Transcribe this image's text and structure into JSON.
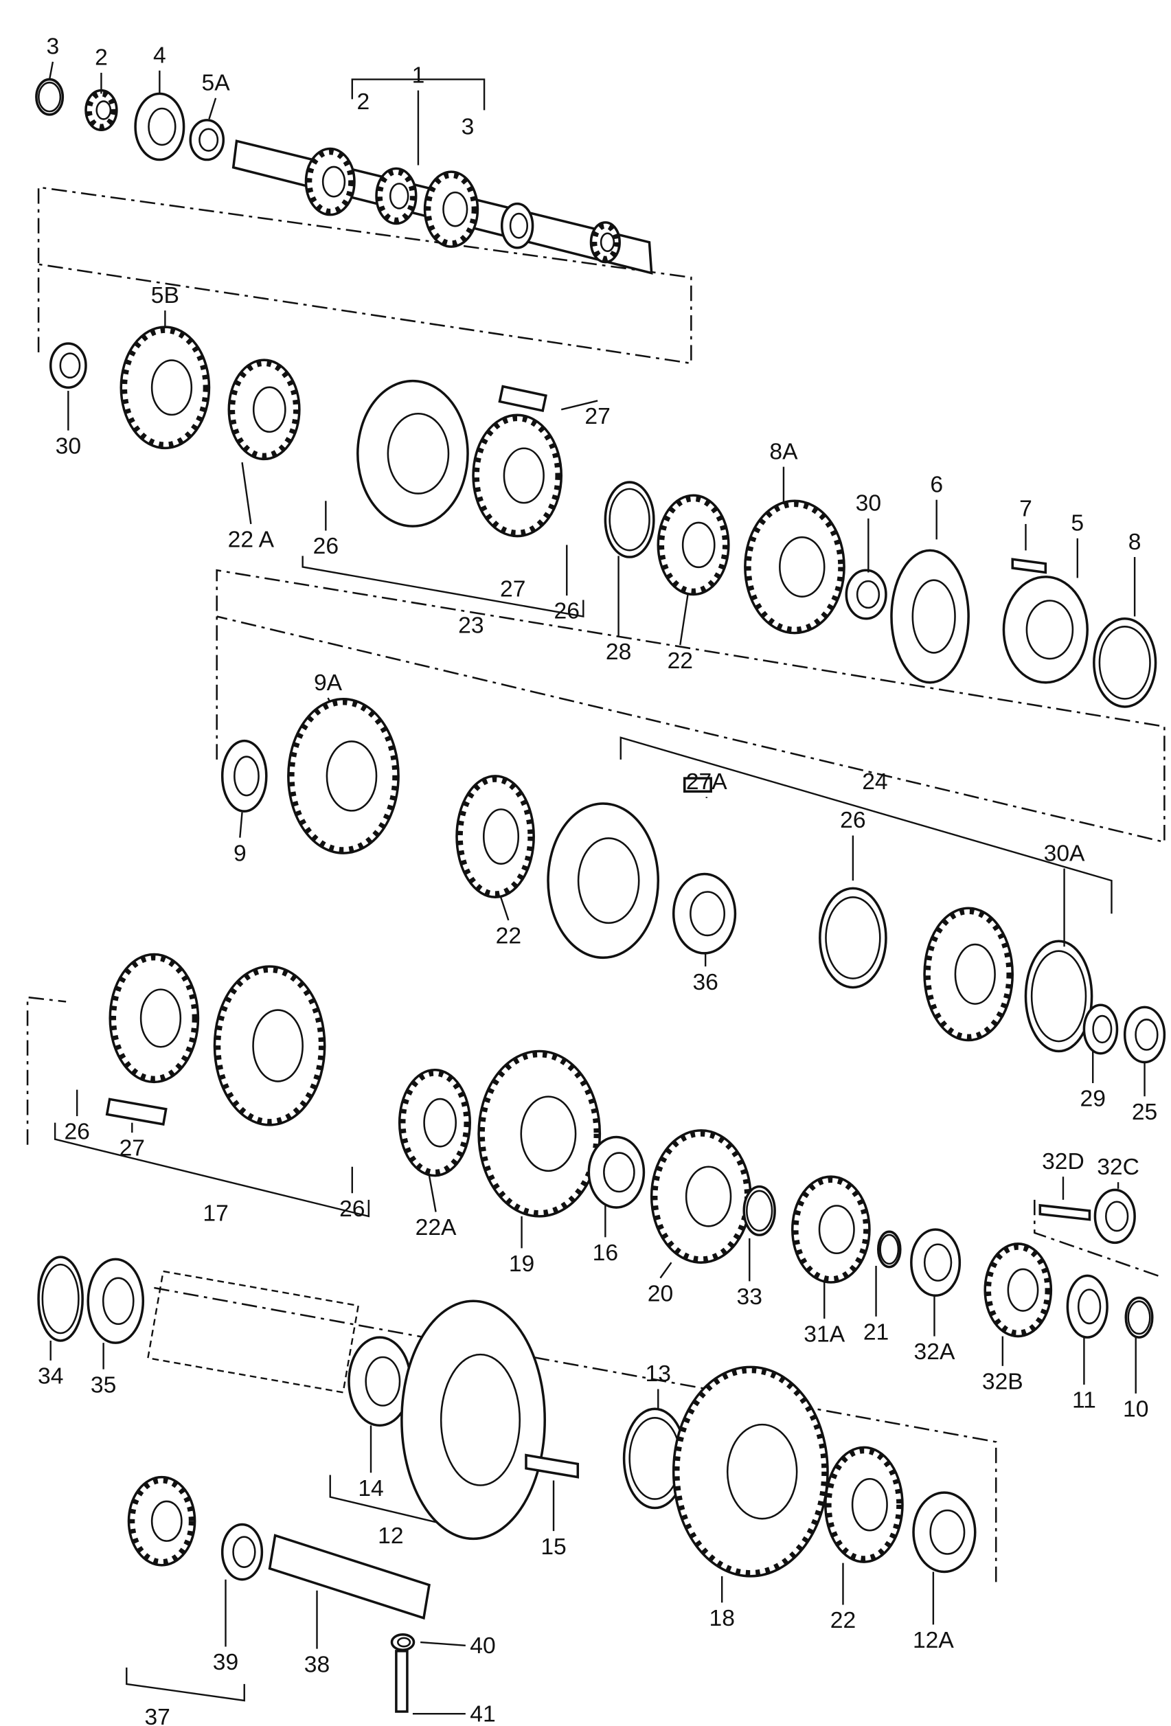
{
  "diagram": {
    "callouts": [
      "3",
      "2",
      "4",
      "5A",
      "1",
      "2",
      "3",
      "5B",
      "30",
      "22 A",
      "26",
      "27",
      "27",
      "26",
      "23",
      "28",
      "22",
      "8A",
      "30",
      "6",
      "7",
      "5",
      "8",
      "9A",
      "9",
      "27A",
      "24",
      "26",
      "22",
      "36",
      "30A",
      "29",
      "25",
      "26",
      "27",
      "17",
      "26",
      "22A",
      "19",
      "16",
      "20",
      "33",
      "31A",
      "21",
      "32A",
      "32D",
      "32C",
      "32B",
      "11",
      "10",
      "34",
      "35",
      "13",
      "14",
      "12",
      "15",
      "18",
      "22",
      "12A",
      "37",
      "39",
      "38",
      "40",
      "41"
    ]
  }
}
